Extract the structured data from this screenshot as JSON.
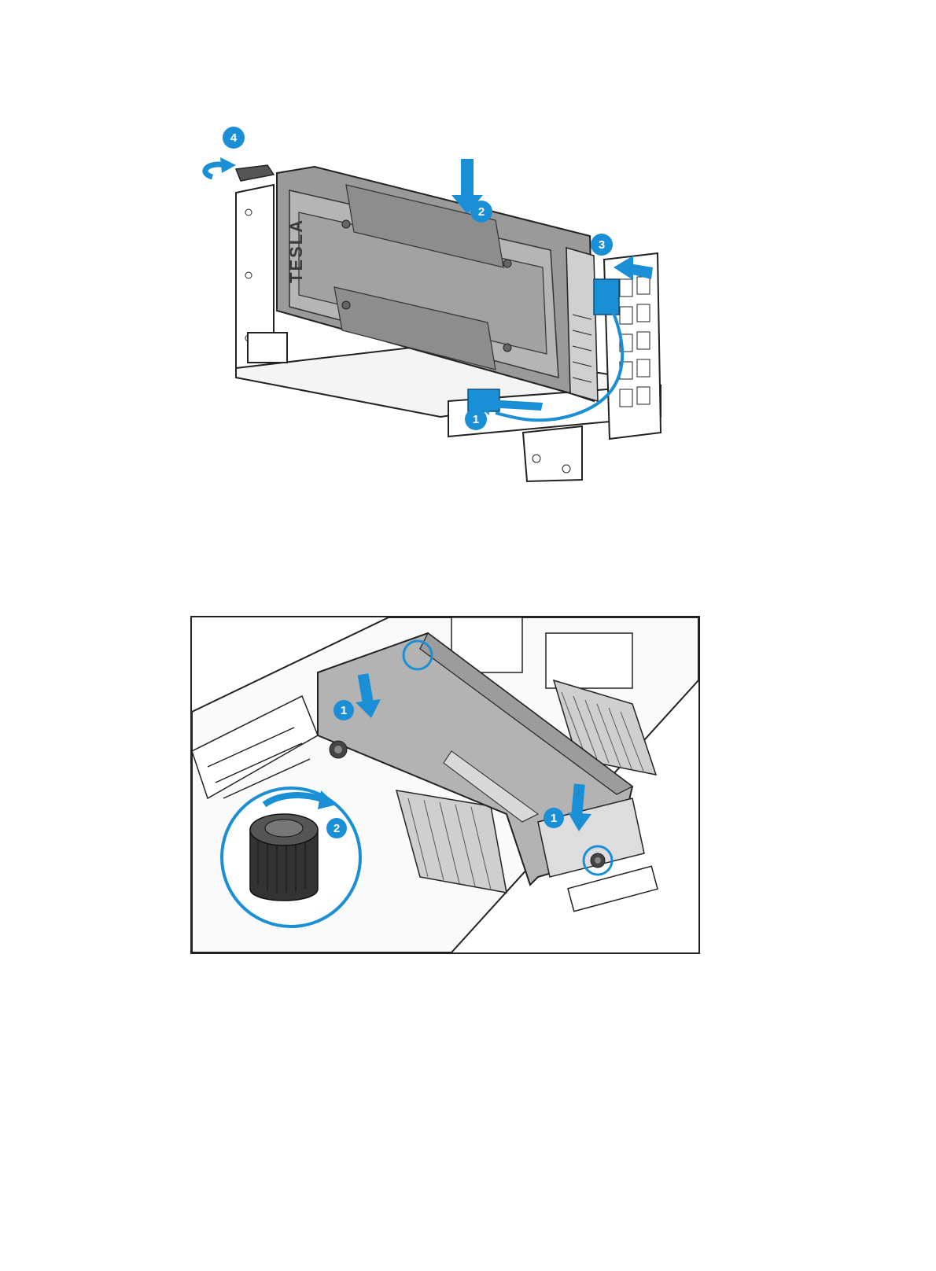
{
  "figure1": {
    "brand_label": "TESLA",
    "callouts": [
      "1",
      "2",
      "3",
      "4"
    ],
    "accent_color": "#1b8fd6"
  },
  "figure2": {
    "callouts": [
      "1",
      "1",
      "2"
    ],
    "accent_color": "#1b8fd6"
  },
  "icons": [
    "arrow-icon",
    "rotate-arrow-icon",
    "thumbscrew-icon"
  ]
}
